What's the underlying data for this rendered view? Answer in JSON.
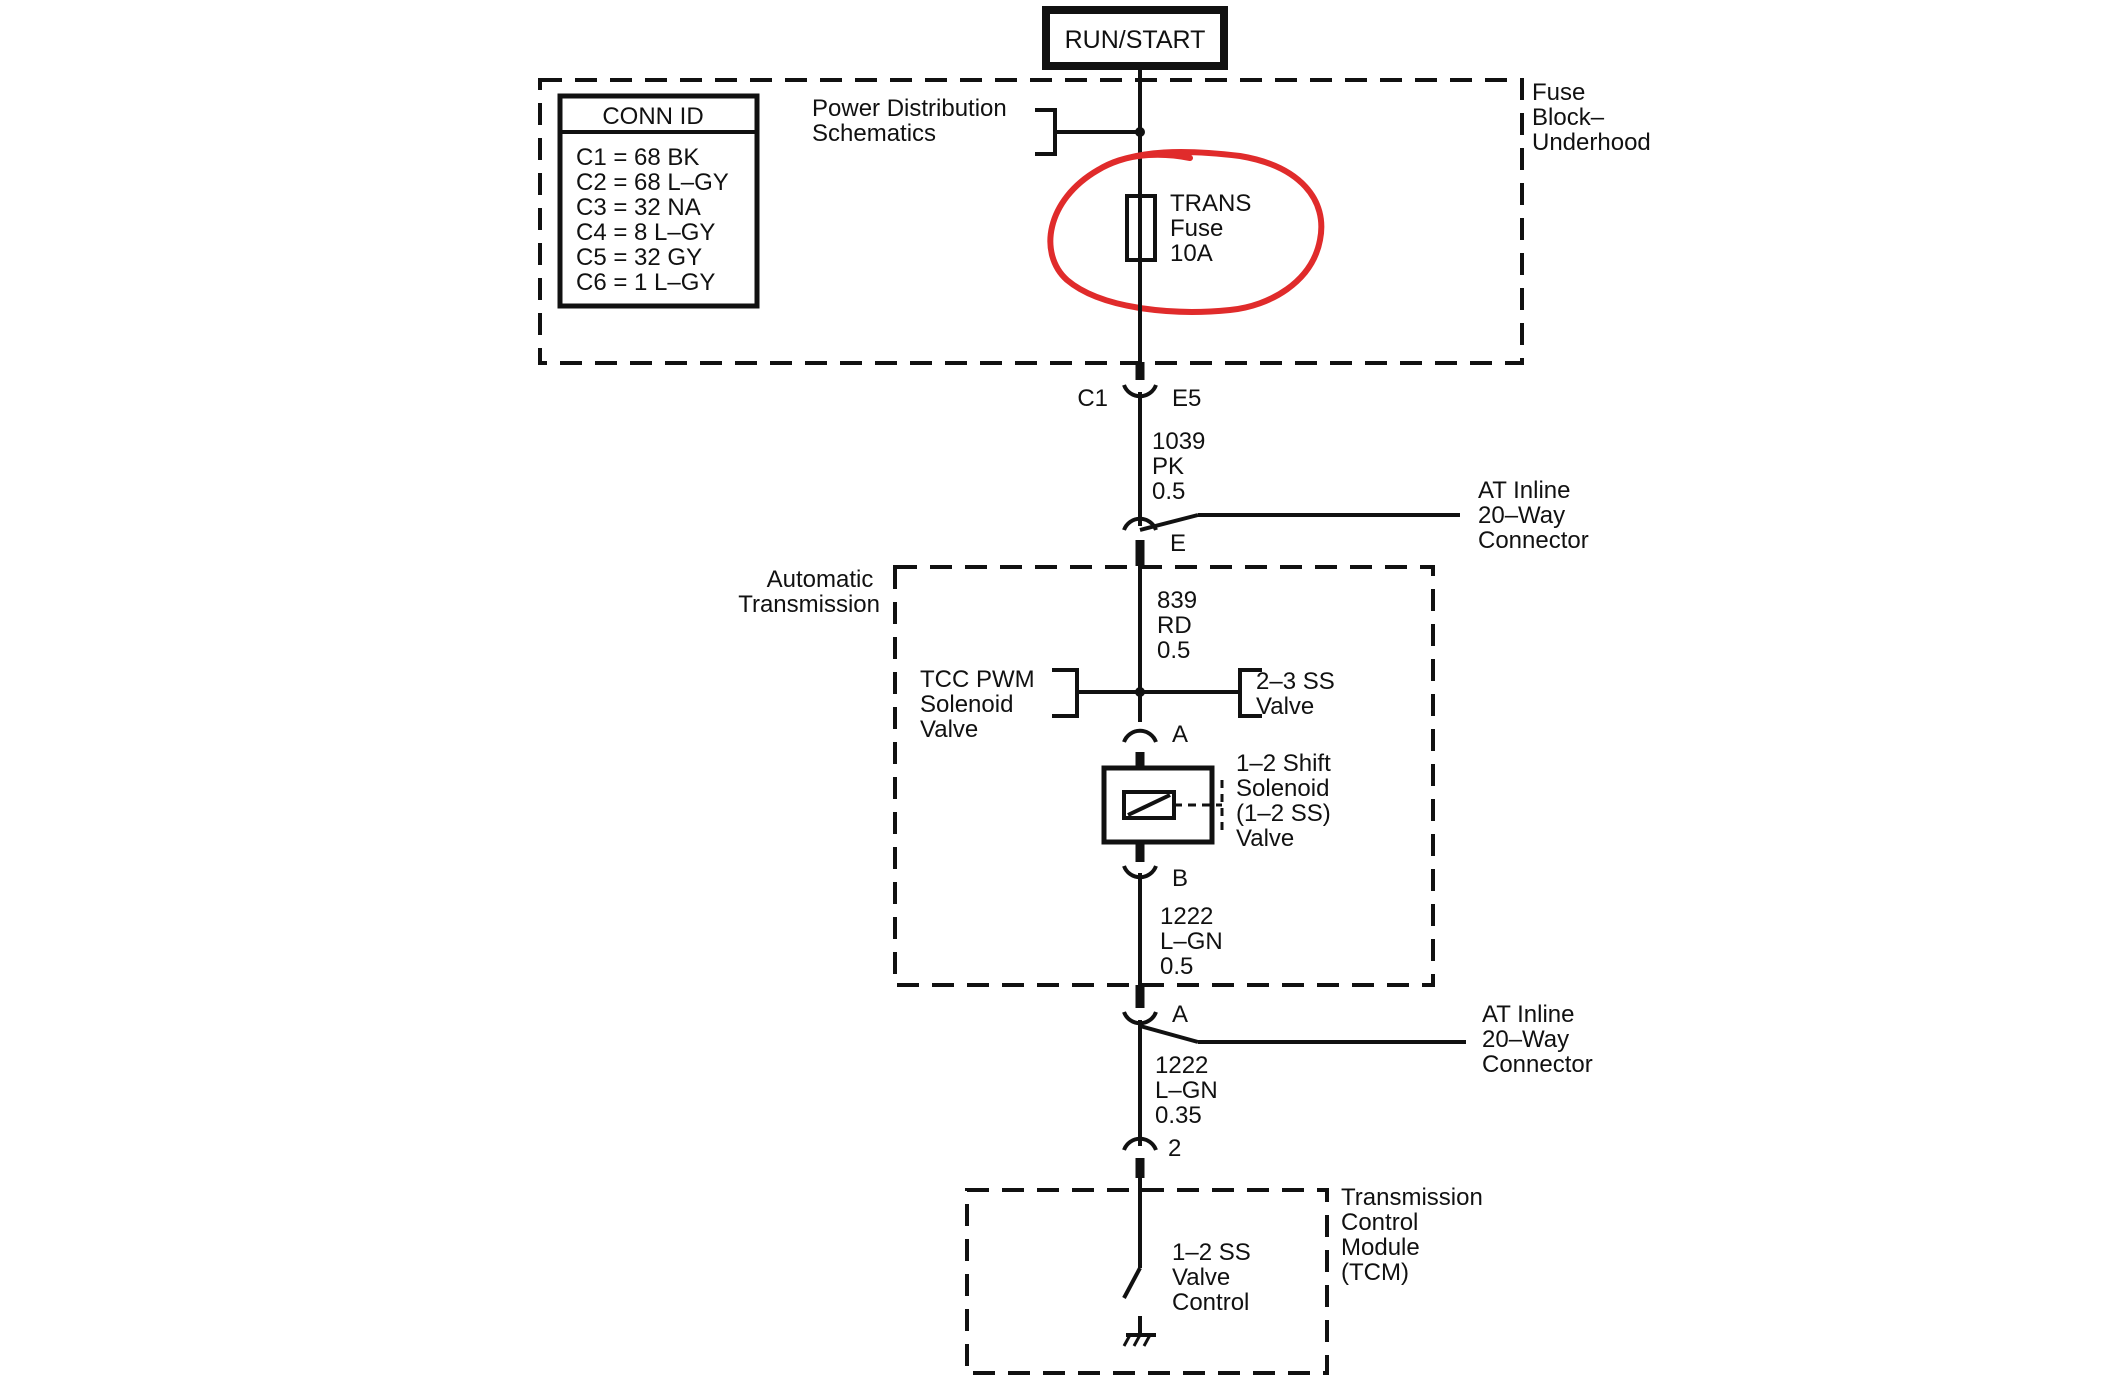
{
  "top_terminal": "RUN/START",
  "fuse_block": {
    "label": [
      "Fuse",
      "Block–",
      "Underhood"
    ]
  },
  "conn_id": {
    "header": "CONN ID",
    "rows": [
      "C1 = 68 BK",
      "C2 = 68 L–GY",
      "C3 = 32 NA",
      "C4 = 8 L–GY",
      "C5 = 32 GY",
      "C6 = 1 L–GY"
    ]
  },
  "power_ref": [
    "Power Distribution",
    "Schematics"
  ],
  "fuse": {
    "label": [
      "TRANS",
      "Fuse",
      "10A"
    ]
  },
  "highlight_color": "#e02b2b",
  "connector_c1": {
    "left": "C1",
    "right": "E5"
  },
  "wire_1039": [
    "1039",
    "PK",
    "0.5"
  ],
  "inline_top": {
    "pin": "E",
    "label": [
      "AT Inline",
      "20–Way",
      "Connector"
    ]
  },
  "auto_trans": {
    "label": [
      "Automatic",
      "Transmission"
    ]
  },
  "wire_839": [
    "839",
    "RD",
    "0.5"
  ],
  "tcc_pwm": [
    "TCC PWM",
    "Solenoid",
    "Valve"
  ],
  "ss_23": [
    "2–3 SS",
    "Valve"
  ],
  "solenoid": {
    "pin_a": "A",
    "pin_b": "B",
    "label": [
      "1–2 Shift",
      "Solenoid",
      "(1–2 SS)",
      "Valve"
    ]
  },
  "wire_1222_a": [
    "1222",
    "L–GN",
    "0.5"
  ],
  "inline_bottom": {
    "pin": "A",
    "label": [
      "AT Inline",
      "20–Way",
      "Connector"
    ]
  },
  "wire_1222_b": [
    "1222",
    "L–GN",
    "0.35"
  ],
  "tcm_pin": "2",
  "tcm": {
    "label": [
      "Transmission",
      "Control",
      "Module",
      "(TCM)"
    ]
  },
  "ss_control": [
    "1–2 SS",
    "Valve",
    "Control"
  ]
}
